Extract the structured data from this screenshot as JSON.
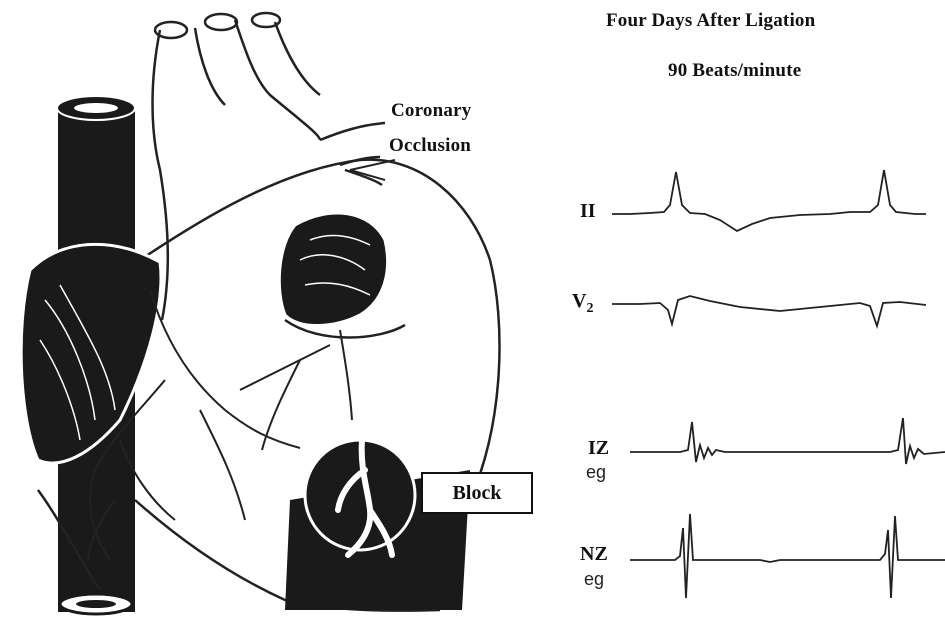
{
  "title": "Four Days After Ligation",
  "rate": "90 Beats/minute",
  "annotation": {
    "occlusion_line1": "Coronary",
    "occlusion_line2": "Occlusion",
    "block": "Block"
  },
  "traces": [
    {
      "name": "II",
      "sub": "",
      "eg": ""
    },
    {
      "name": "V",
      "sub": "2",
      "eg": ""
    },
    {
      "name": "IZ",
      "sub": "",
      "eg": "eg"
    },
    {
      "name": "NZ",
      "sub": "",
      "eg": "eg"
    }
  ],
  "colors": {
    "ink": "#111111",
    "paper": "#ffffff",
    "tissue": "#1a1a1a"
  }
}
